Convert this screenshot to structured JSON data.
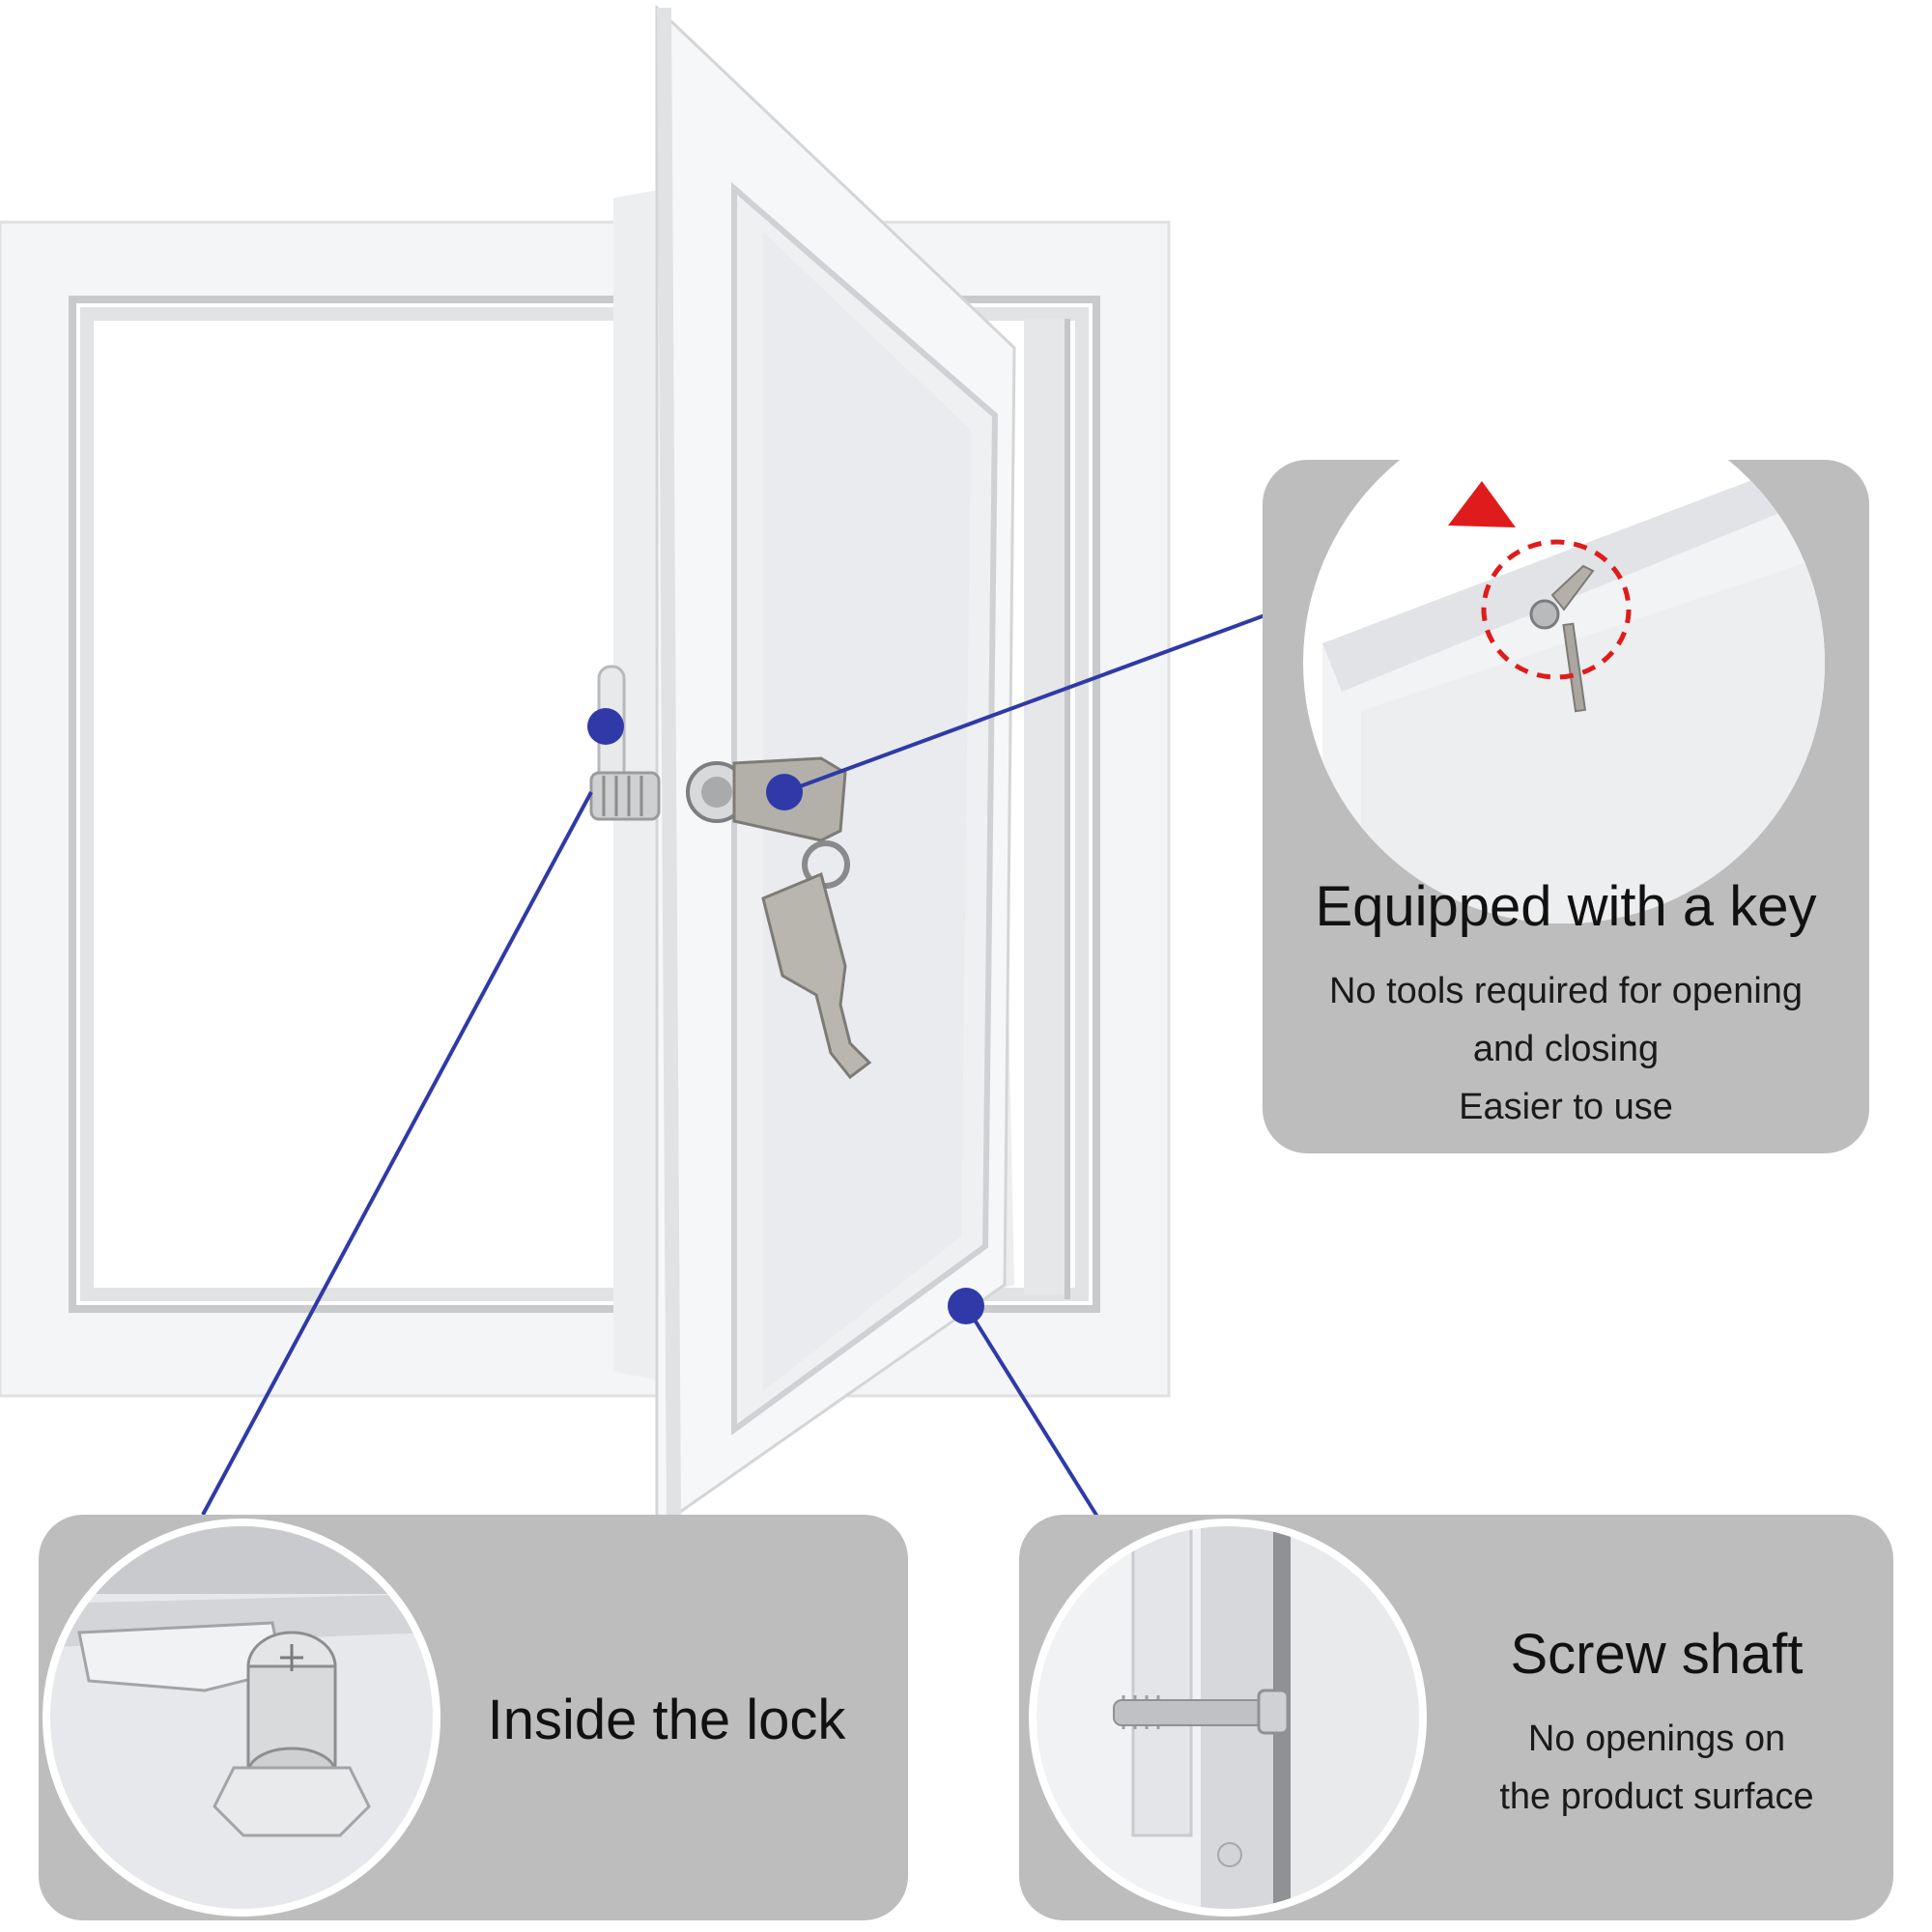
{
  "callouts": {
    "key": {
      "title": "Equipped with a key",
      "lines": [
        "No tools required for opening",
        "and closing",
        "Easier to use"
      ]
    },
    "lock": {
      "title": "Inside the lock"
    },
    "screw": {
      "title": "Screw shaft",
      "lines": [
        "No openings on",
        "the product surface"
      ]
    }
  },
  "colors": {
    "card": "#bdbdbd",
    "pointer": "#2f3aa8",
    "arrow": "#e01b1b",
    "panel": "#f2f3f4",
    "frame": "#e6e7e9"
  },
  "icons": [
    "key-icon",
    "rotate-arrow-icon",
    "pointer-dot-icon"
  ]
}
